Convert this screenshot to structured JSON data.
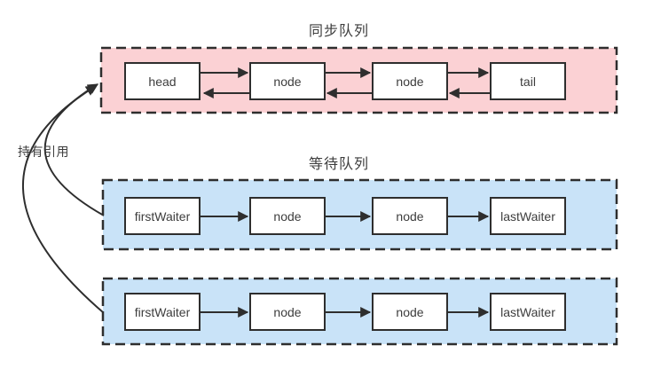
{
  "colors": {
    "sync_fill": "#fbd1d4",
    "wait_fill": "#c9e3f8",
    "line": "#2e2e2e",
    "text": "#3d3d3d"
  },
  "sync_queue": {
    "title": "同步队列",
    "nodes": [
      "head",
      "node",
      "node",
      "tail"
    ]
  },
  "wait_queues": {
    "title": "等待队列",
    "queues": [
      {
        "nodes": [
          "firstWaiter",
          "node",
          "node",
          "lastWaiter"
        ]
      },
      {
        "nodes": [
          "firstWaiter",
          "node",
          "node",
          "lastWaiter"
        ]
      }
    ]
  },
  "reference_label": "持有引用"
}
